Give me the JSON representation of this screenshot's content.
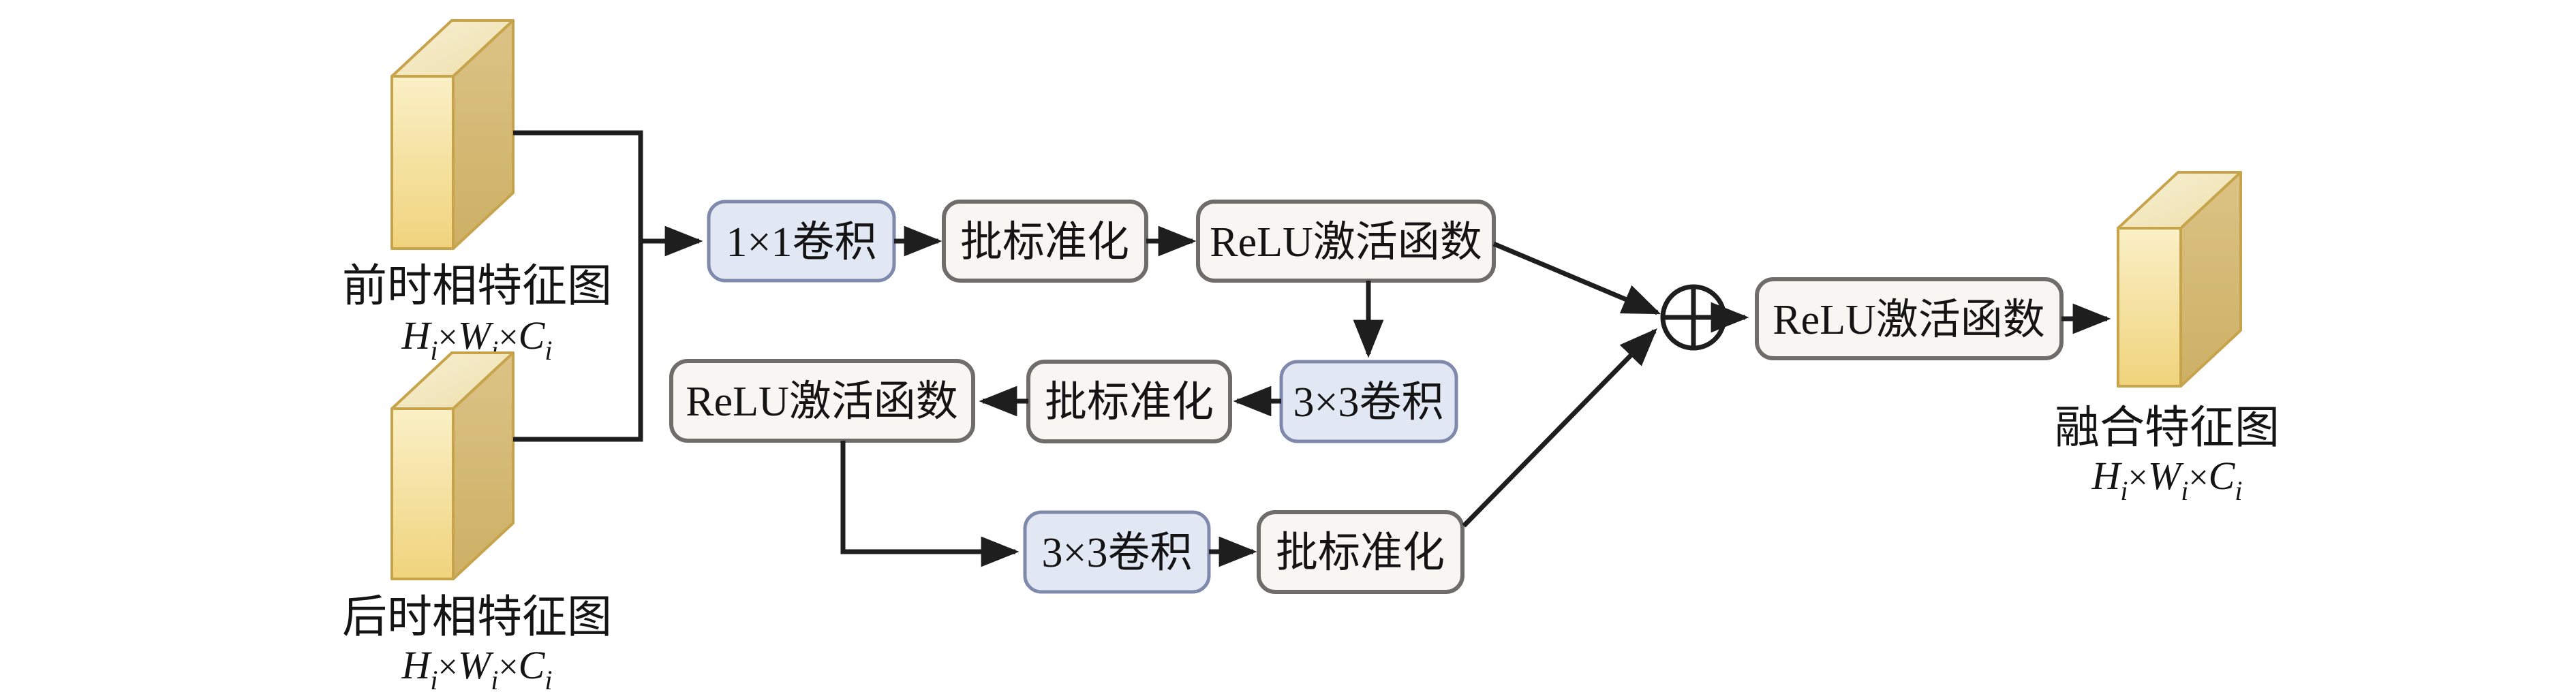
{
  "diagram": {
    "inputs": [
      {
        "name": "pre-temporal-feature-map",
        "label": "前时相特征图",
        "dims": "Hi×Wi×Ci"
      },
      {
        "name": "post-temporal-feature-map",
        "label": "后时相特征图",
        "dims": "Hi×Wi×Ci"
      }
    ],
    "output": {
      "name": "fused-feature-map",
      "label": "融合特征图",
      "dims": "Hi×Wi×Ci"
    },
    "notation": {
      "H": "H",
      "W": "W",
      "C": "C",
      "sub": "i",
      "times": "×"
    },
    "nodes": [
      {
        "id": "conv1x1",
        "label": "1×1卷积",
        "type": "conv"
      },
      {
        "id": "bn1",
        "label": "批标准化",
        "type": "op"
      },
      {
        "id": "relu1",
        "label": "ReLU激活函数",
        "type": "op"
      },
      {
        "id": "conv3x3_top",
        "label": "3×3卷积",
        "type": "conv"
      },
      {
        "id": "bn2",
        "label": "批标准化",
        "type": "op"
      },
      {
        "id": "relu2",
        "label": "ReLU激活函数",
        "type": "op"
      },
      {
        "id": "conv3x3_bottom",
        "label": "3×3卷积",
        "type": "conv"
      },
      {
        "id": "bn3",
        "label": "批标准化",
        "type": "op"
      },
      {
        "id": "relu_out",
        "label": "ReLU激活函数",
        "type": "op"
      }
    ],
    "operator": {
      "symbol": "⊕"
    },
    "colors": {
      "conv_fill": "#e2e7f4",
      "conv_border": "#7f89ac",
      "op_fill": "#f7f6f2",
      "op_border": "#6e6d6a",
      "cuboid_front_top": "#faf0c6",
      "cuboid_front_bottom": "#f0d37c",
      "cuboid_side_top": "#dcc386",
      "cuboid_side_bottom": "#cdb065",
      "cuboid_top_face": "#f6ecca",
      "cuboid_stroke": "#c7a44c",
      "line": "#1e1e1e",
      "text": "#141414",
      "background": "#ffffff"
    }
  }
}
